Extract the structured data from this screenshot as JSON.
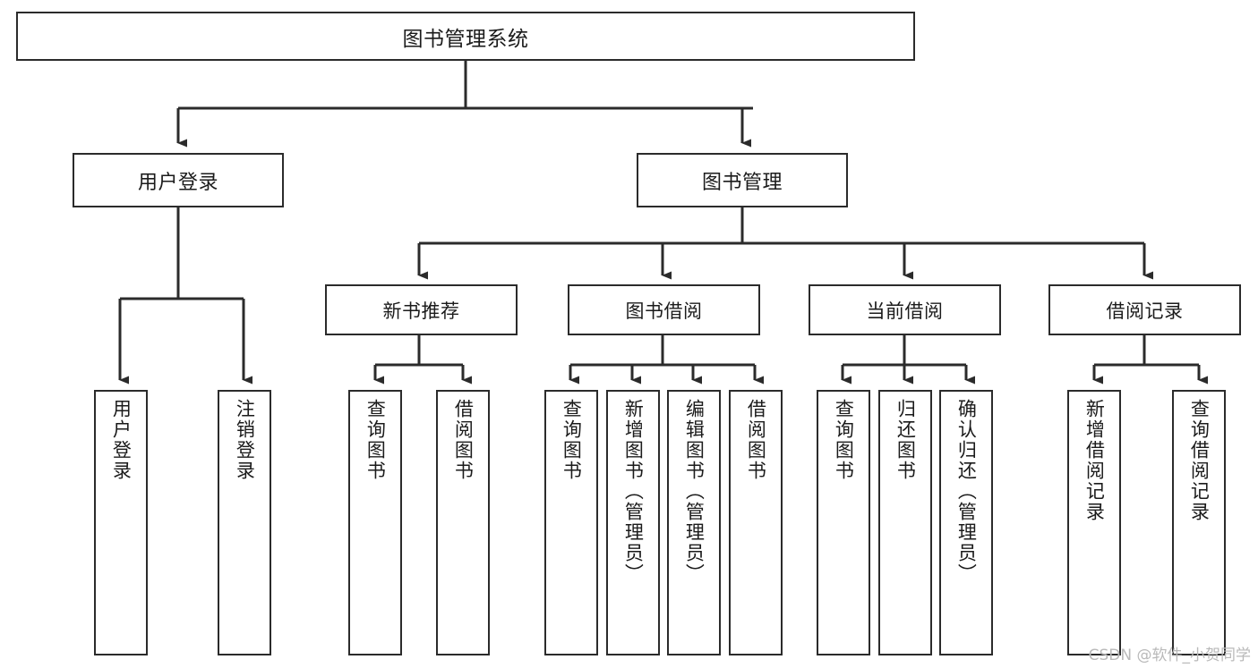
{
  "diagram": {
    "title": "图书管理系统",
    "type": "hierarchy-tree",
    "watermark": "CSDN @软件_小贺同学",
    "colors": {
      "box_border": "#2b2b2b",
      "box_fill": "#ffffff",
      "connector": "#2b2b2b",
      "text": "#1b1b1b",
      "watermark": "#b9b9b9",
      "background": "#ffffff"
    },
    "root": {
      "id": "root",
      "label": "图书管理系统"
    },
    "level1": [
      {
        "id": "user-login",
        "label": "用户登录"
      },
      {
        "id": "book-management",
        "label": "图书管理"
      }
    ],
    "level2": [
      {
        "id": "new-book-recommend",
        "label": "新书推荐",
        "parent": "book-management"
      },
      {
        "id": "book-borrow",
        "label": "图书借阅",
        "parent": "book-management"
      },
      {
        "id": "current-borrow",
        "label": "当前借阅",
        "parent": "book-management"
      },
      {
        "id": "borrow-record",
        "label": "借阅记录",
        "parent": "book-management"
      }
    ],
    "leaves": [
      {
        "id": "leaf-user-login",
        "label": "用户登录",
        "parent": "user-login"
      },
      {
        "id": "leaf-logout-login",
        "label": "注销登录",
        "parent": "user-login"
      },
      {
        "id": "leaf-query-book-1",
        "label": "查询图书",
        "parent": "new-book-recommend"
      },
      {
        "id": "leaf-borrow-book-1",
        "label": "借阅图书",
        "parent": "new-book-recommend"
      },
      {
        "id": "leaf-query-book-2",
        "label": "查询图书",
        "parent": "book-borrow"
      },
      {
        "id": "leaf-add-book",
        "label": "新增图书（管理员）",
        "parent": "book-borrow"
      },
      {
        "id": "leaf-edit-book",
        "label": "编辑图书（管理员）",
        "parent": "book-borrow"
      },
      {
        "id": "leaf-borrow-book-2",
        "label": "借阅图书",
        "parent": "book-borrow"
      },
      {
        "id": "leaf-query-book-3",
        "label": "查询图书",
        "parent": "current-borrow"
      },
      {
        "id": "leaf-return-book",
        "label": "归还图书",
        "parent": "current-borrow"
      },
      {
        "id": "leaf-confirm-return",
        "label": "确认归还（管理员）",
        "parent": "current-borrow"
      },
      {
        "id": "leaf-add-record",
        "label": "新增借阅记录",
        "parent": "borrow-record"
      },
      {
        "id": "leaf-query-record",
        "label": "查询借阅记录",
        "parent": "borrow-record"
      }
    ]
  }
}
